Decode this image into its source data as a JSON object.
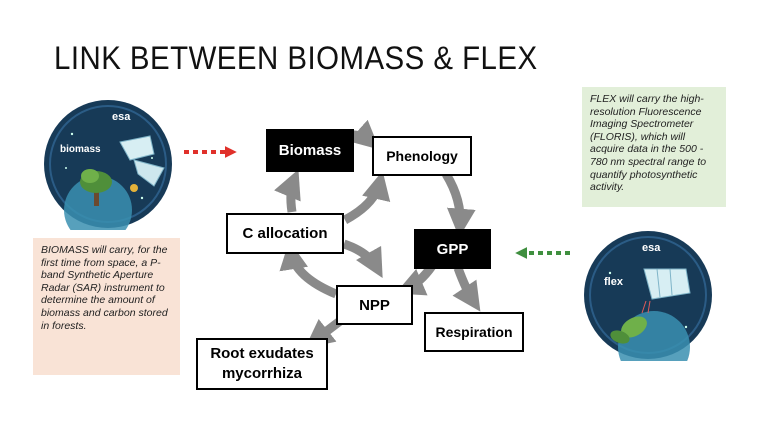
{
  "title": "LINK BETWEEN BIOMASS & FLEX",
  "logos": {
    "biomass": {
      "agency": "esa",
      "mission": "biomass"
    },
    "flex": {
      "agency": "esa",
      "mission": "flex"
    }
  },
  "notes": {
    "biomass": "BIOMASS will carry, for the first time from space, a P-band Synthetic Aperture Radar (SAR) instrument to determine the amount of biomass and carbon stored in forests.",
    "flex": "FLEX will carry the high-resolution Fluorescence Imaging Spectrometer (FLORIS), which will acquire data in the 500 - 780 nm spectral range to quantify photosynthetic activity."
  },
  "nodes": {
    "biomass": "Biomass",
    "phenology": "Phenology",
    "gpp": "GPP",
    "c_allocation": "C allocation",
    "npp": "NPP",
    "respiration": "Respiration",
    "root_line1": "Root exudates",
    "root_line2": "mycorrhiza"
  },
  "colors": {
    "arrow_gray": "#8a8a8a",
    "dotted_red": "#e0302a",
    "dotted_green": "#3f8f3f",
    "badge_navy": "#173a57",
    "note_peach": "#f9e3d6",
    "note_green": "#e2efd9"
  }
}
